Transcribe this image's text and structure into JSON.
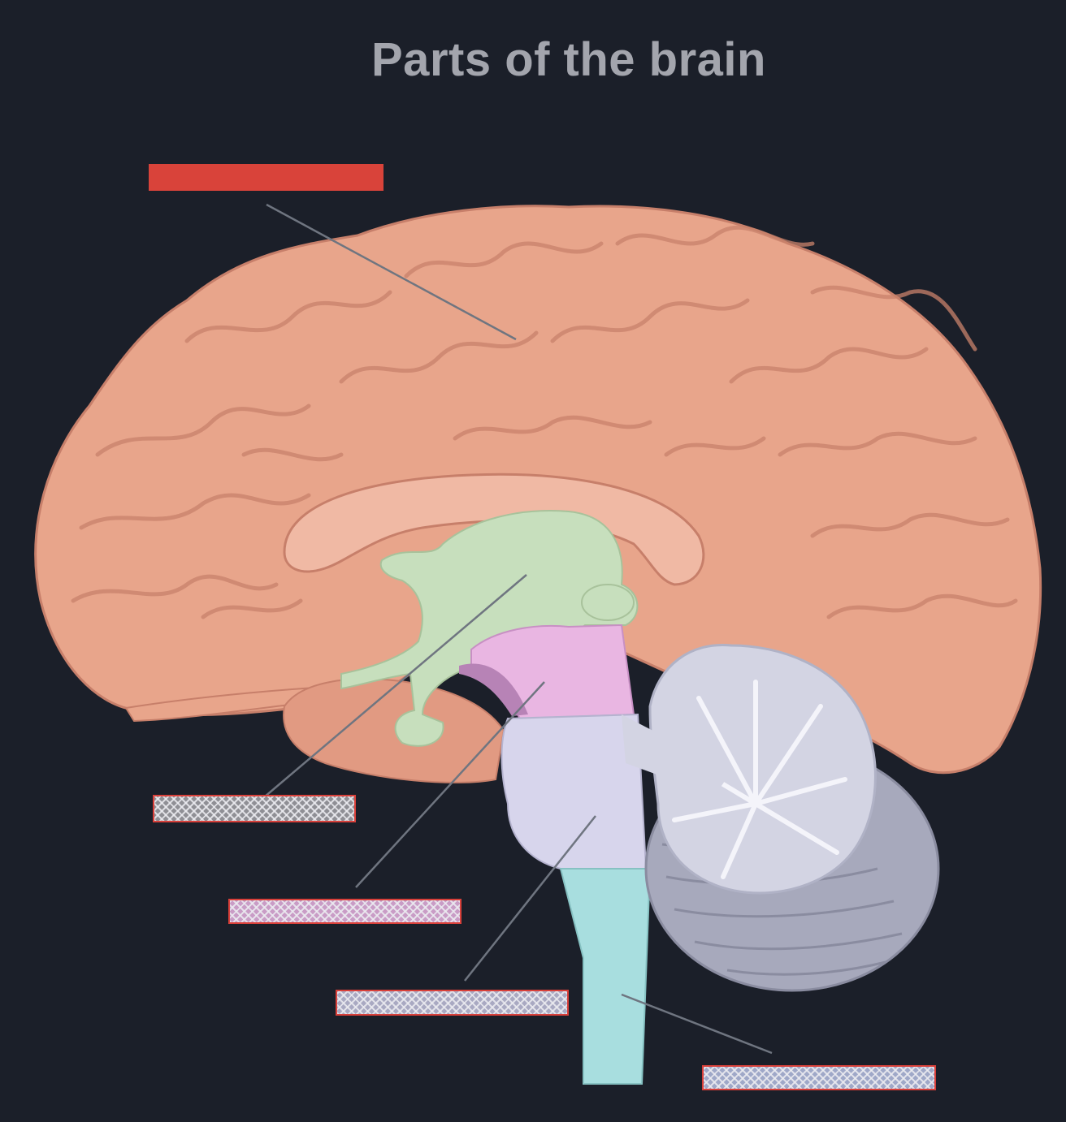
{
  "title": "Parts of the brain",
  "labels": [
    {
      "id": "telencephalon",
      "text": "",
      "style": "hidden-solid",
      "color": "#d9433a"
    },
    {
      "id": "diencephalon",
      "text": "",
      "style": "hidden-hatched",
      "color": "#8f8f95"
    },
    {
      "id": "mesencephalon",
      "text": "",
      "style": "hidden-hatched",
      "color": "#d3a3cf"
    },
    {
      "id": "metencephalon",
      "text": "",
      "style": "hidden-hatched",
      "color": "#a9a9c2"
    },
    {
      "id": "myelencephalon",
      "text": "",
      "style": "hidden-hatched",
      "color": "#9fa8c8"
    }
  ],
  "colors": {
    "background": "#1b1f29",
    "cerebrum": "#e8a58b",
    "diencephalon": "#c7dfbd",
    "mesencephalon": "#e9b6e2",
    "pons": "#d7d5ec",
    "medulla": "#a8dedf",
    "cerebellum": "#b9bccf",
    "leader_line": "#6f7580"
  }
}
